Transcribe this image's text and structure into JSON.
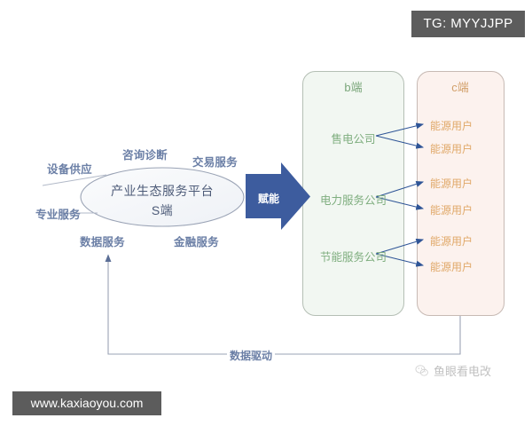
{
  "watermarks": {
    "tg_tag": "TG: MYYJJPP",
    "url_banner": "www.kaxiaoyou.com",
    "wechat_account": "鱼眼看电改",
    "wechat_icon_name": "wechat-icon"
  },
  "core": {
    "title_line1": "产业生态服务平台",
    "title_line2": "S端",
    "satellite_labels": [
      {
        "text": "设备供应",
        "position": "top-left"
      },
      {
        "text": "咨询诊断",
        "position": "top-center"
      },
      {
        "text": "交易服务",
        "position": "top-right"
      },
      {
        "text": "专业服务",
        "position": "left"
      },
      {
        "text": "数据服务",
        "position": "bottom-left"
      },
      {
        "text": "金融服务",
        "position": "bottom-right"
      }
    ]
  },
  "arrow": {
    "label": "赋能",
    "color": "#3d5c9e"
  },
  "panels": {
    "b_side": {
      "title": "b端",
      "fill": "#f2f7f2",
      "stroke": "#b9c4b9",
      "text_color": "#7fae7f",
      "items": [
        "售电公司",
        "电力服务公司",
        "节能服务公司"
      ]
    },
    "c_side": {
      "title": "c端",
      "fill": "#fcf2ee",
      "stroke": "#cbbdb7",
      "text_color": "#e0a868",
      "items": [
        "能源用户",
        "能源用户",
        "能源用户",
        "能源用户",
        "能源用户",
        "能源用户"
      ]
    }
  },
  "feedback": {
    "label": "数据驱动",
    "line_color": "#9aa3b5"
  },
  "colors": {
    "label_blue": "#6b7fa6",
    "ellipse_stroke": "#9aa3b5",
    "arrow_blue": "#3d5c9e",
    "connector": "#2f5597"
  }
}
